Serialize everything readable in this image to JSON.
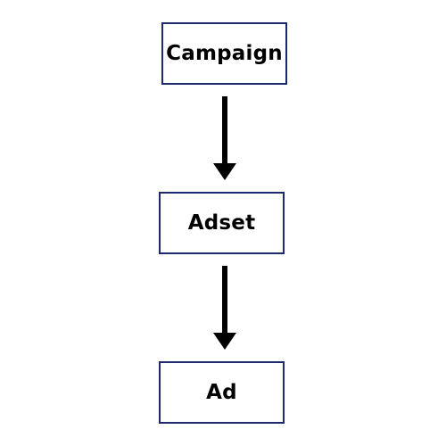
{
  "diagram": {
    "nodes": [
      {
        "id": "campaign",
        "label": "Campaign"
      },
      {
        "id": "adset",
        "label": "Adset"
      },
      {
        "id": "ad",
        "label": "Ad"
      }
    ],
    "edges": [
      {
        "from": "campaign",
        "to": "adset"
      },
      {
        "from": "adset",
        "to": "ad"
      }
    ]
  },
  "colors": {
    "node_border": "#1e2a6e",
    "text": "#000000",
    "arrow": "#000000",
    "background": "#ffffff"
  }
}
